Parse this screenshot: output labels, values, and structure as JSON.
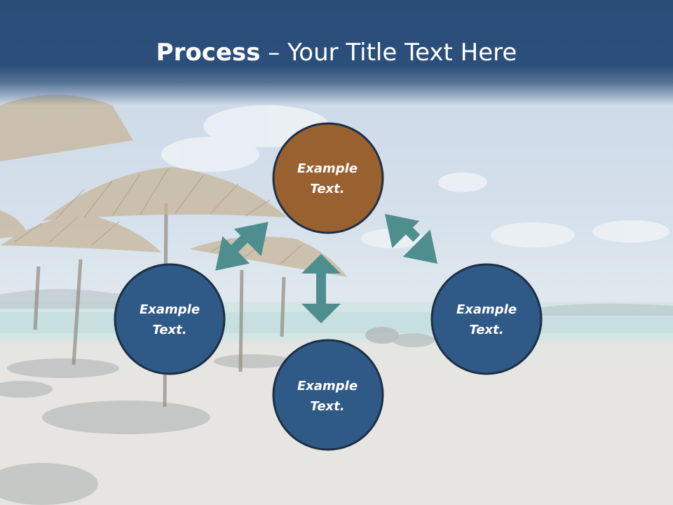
{
  "slide": {
    "title_bold": "Process",
    "title_sep": " – ",
    "title_rest": "Your Title Text Here"
  },
  "colors": {
    "header": "#2b4f7a",
    "node_top": "#9a6130",
    "node_other": "#2f5a88",
    "node_border": "#1c2f45",
    "arrow": "#4f8e8e"
  },
  "nodes": [
    {
      "id": "top",
      "line1": "Example",
      "line2": "Text."
    },
    {
      "id": "left",
      "line1": "Example",
      "line2": "Text."
    },
    {
      "id": "right",
      "line1": "Example",
      "line2": "Text."
    },
    {
      "id": "bottom",
      "line1": "Example",
      "line2": "Text."
    }
  ],
  "connectors": [
    {
      "from": "top",
      "to": "left"
    },
    {
      "from": "top",
      "to": "right"
    },
    {
      "from": "top",
      "to": "bottom"
    }
  ]
}
